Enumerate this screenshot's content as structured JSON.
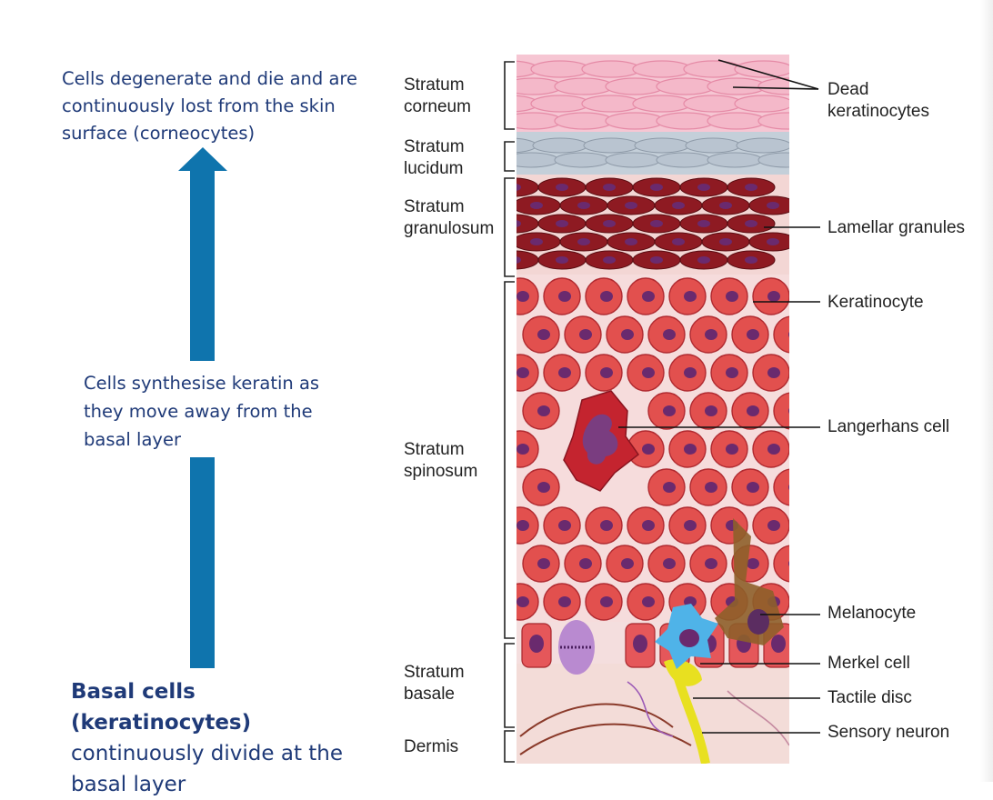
{
  "notes": {
    "top": "Cells degenerate and die and  are continuously lost from the skin surface  (corneocytes)",
    "middle": "Cells synthesise keratin as they move away from the basal layer",
    "bottom_bold": "Basal cells (keratinocytes)",
    "bottom_rest": "continuously divide at the basal layer"
  },
  "layers": {
    "corneum_1": "Stratum",
    "corneum_2": "corneum",
    "lucidum_1": "Stratum",
    "lucidum_2": "lucidum",
    "granulosum_1": "Stratum",
    "granulosum_2": "granulosum",
    "spinosum_1": "Stratum",
    "spinosum_2": "spinosum",
    "basale_1": "Stratum",
    "basale_2": "basale",
    "dermis": "Dermis"
  },
  "labels": {
    "dead_1": "Dead",
    "dead_2": "keratinocytes",
    "lamellar": "Lamellar granules",
    "keratinocyte": "Keratinocyte",
    "langerhans": "Langerhans cell",
    "melanocyte": "Melanocyte",
    "merkel": "Merkel cell",
    "tactile": "Tactile disc",
    "sensory": "Sensory neuron"
  },
  "colors": {
    "arrow": "#0f74ad",
    "note_text": "#1f3a78",
    "corneum": "#f4b8c9",
    "lucidum": "#b9c4d0",
    "granulosum": "#8e1a22",
    "spinosum": "#e2504e",
    "nucleus": "#6a2a6e",
    "langerhans": "#c12530",
    "melanocyte": "#8a5a2a",
    "merkel": "#4fb3e8",
    "neuron": "#e8e020",
    "dermis": "#f2d8d8"
  }
}
